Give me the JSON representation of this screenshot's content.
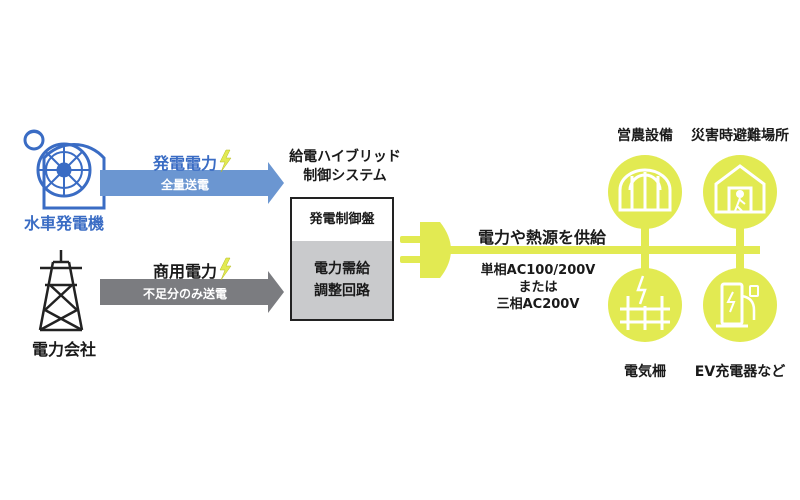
{
  "left": {
    "waterwheel_label": "水車発電機",
    "utility_label": "電力会社"
  },
  "arrows": {
    "top_title": "発電電力",
    "top_subtitle": "全量送電",
    "bottom_title": "商用電力",
    "bottom_subtitle": "不足分のみ送電"
  },
  "controller": {
    "title_line1": "給電ハイブリッド",
    "title_line2": "制御システム",
    "panel_top": "発電制御盤",
    "panel_bottom_line1": "電力需給",
    "panel_bottom_line2": "調整回路"
  },
  "supply": {
    "heading": "電力や熱源を供給",
    "spec_line1": "単相AC100/200V",
    "spec_line2": "または",
    "spec_line3": "三相AC200V"
  },
  "destinations": {
    "greenhouse": "営農設備",
    "shelter": "災害時避難場所",
    "fence": "電気柵",
    "ev": "EV充電器など"
  },
  "colors": {
    "blue": "#6b96d1",
    "blue_text": "#3a6cc4",
    "gray": "#7b7c80",
    "yellow_green": "#e2ea52",
    "panel_gray": "#c9cacc"
  }
}
